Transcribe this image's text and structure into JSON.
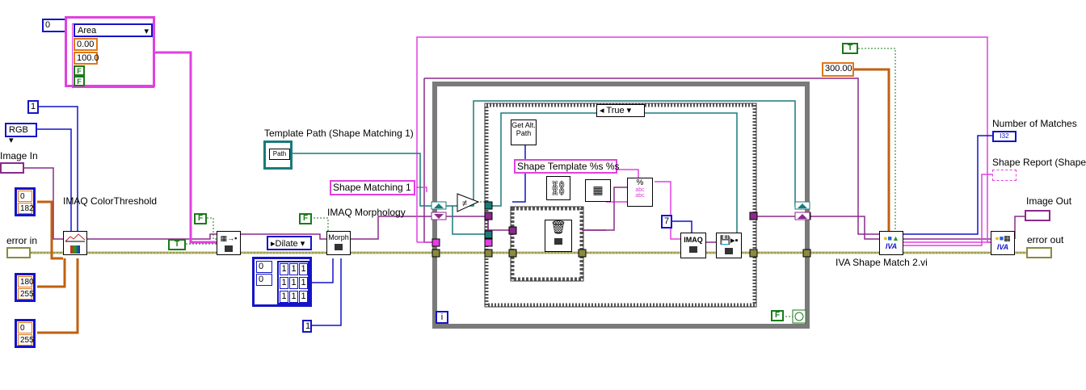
{
  "labels": {
    "image_in": "Image In",
    "error_in": "error in",
    "color_threshold": "IMAQ ColorThreshold",
    "template_path": "Template Path (Shape Matching 1)",
    "morphology": "IMAQ Morphology",
    "number_of_matches": "Number of Matches",
    "shape_report": "Shape Report (Shape",
    "image_out": "Image Out",
    "error_out": "error out",
    "iva_shape_match": "IVA Shape Match 2.vi"
  },
  "constants": {
    "index_zero": "0",
    "area_ring": "Area",
    "range_min": "0.00",
    "range_max": "100.0",
    "flag_f1": "F",
    "flag_f2": "F",
    "replace_one": "1",
    "color_mode": "RGB",
    "range1_min": "0",
    "range1_max": "182",
    "range2_min": "180",
    "range2_max": "255",
    "range3_min": "0",
    "range3_max": "255",
    "bool_true_left": "T",
    "bool_false_mid": "F",
    "bool_false_morph": "F",
    "dilate_ring": "Dilate",
    "elem_a": "0",
    "elem_b": "0",
    "kernel": [
      "1",
      "1",
      "1",
      "1",
      "1",
      "1",
      "1",
      "1",
      "1"
    ],
    "iterations": "1",
    "shape_matching_name": "Shape Matching 1",
    "format_string": "Shape Template %s %s",
    "case_selector": "True",
    "get_alt_path": "Get Alt. Path",
    "seven": "7",
    "min_score": "300.00",
    "bool_true_top": "T",
    "bool_false_stop": "F",
    "path_glyph": "Path",
    "morph_glyph": "Morph",
    "imaq_glyph": "IMAQ",
    "iva_glyph": "IVA",
    "i32_glyph": "I32",
    "loop_index": "i",
    "abc1": "abc",
    "abc2": "abc"
  },
  "colors": {
    "image_wire": "#d040d0",
    "error_wire": "#c8c88a",
    "numeric_wire": "#1414c8",
    "float_wire": "#e07818",
    "bool_wire": "#1a7a1a",
    "path_wire": "#1a7a7a",
    "string_wire": "#e040e0",
    "loop_frame": "#7a7a7a"
  }
}
